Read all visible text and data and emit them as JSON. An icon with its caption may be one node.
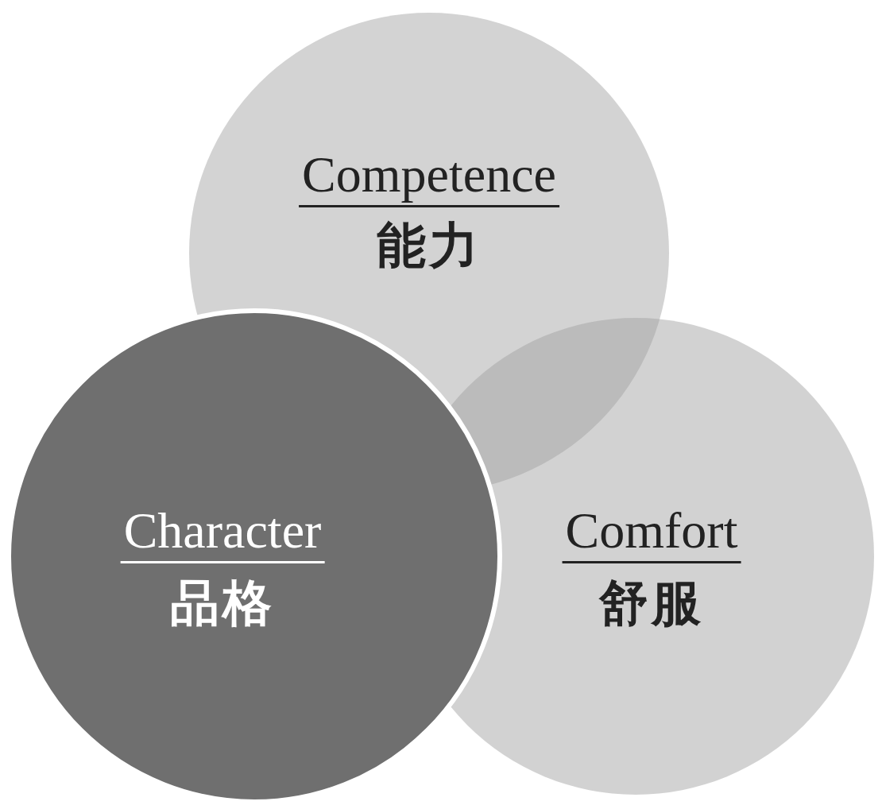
{
  "diagram": {
    "nodes": [
      {
        "text": [
          "Competence",
          "能力"
        ]
      },
      {
        "text": [
          "Comfort",
          "舒服"
        ]
      },
      {
        "text": [
          "Character",
          "品格"
        ]
      }
    ],
    "edges": []
  }
}
